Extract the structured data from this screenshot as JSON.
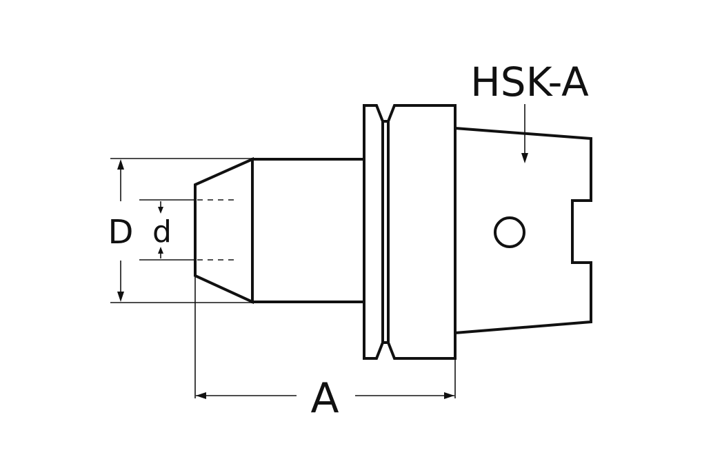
{
  "diagram": {
    "title_label": "HSK-A",
    "dimension_labels": {
      "outer_diameter": "D",
      "inner_diameter": "d",
      "length": "A"
    },
    "colors": {
      "line": "#111111",
      "background": "#ffffff"
    }
  }
}
